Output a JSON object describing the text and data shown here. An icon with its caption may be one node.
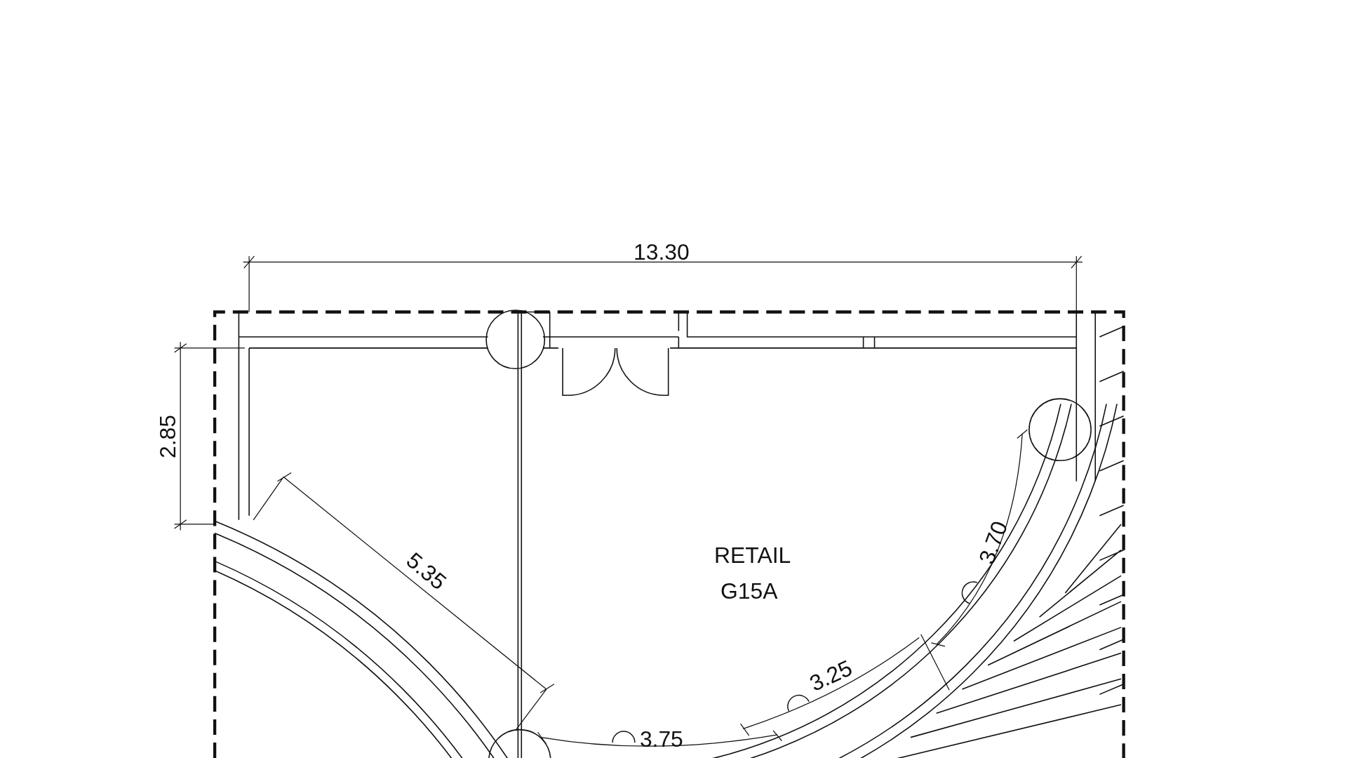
{
  "diagram": {
    "labels": [
      "13.30",
      "2.85",
      "RETAIL G15A",
      "3.70",
      "5.35",
      "3.25",
      "3.75"
    ]
  }
}
